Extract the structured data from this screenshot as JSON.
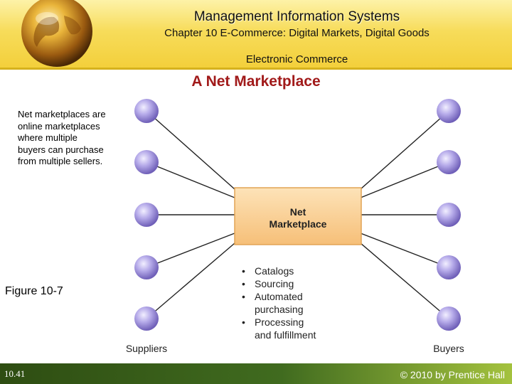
{
  "header": {
    "title": "Management Information Systems",
    "chapter": "Chapter 10 E-Commerce: Digital Markets, Digital Goods",
    "section": "Electronic Commerce"
  },
  "slide_title": "A Net Marketplace",
  "description": "Net marketplaces are online marketplaces where multiple buyers can purchase from multiple sellers.",
  "figure_label": "Figure 10-7",
  "diagram": {
    "center_line1": "Net",
    "center_line2": "Marketplace",
    "services": [
      {
        "lines": [
          "Catalogs"
        ]
      },
      {
        "lines": [
          "Sourcing"
        ]
      },
      {
        "lines": [
          "Automated",
          "purchasing"
        ]
      },
      {
        "lines": [
          "Processing",
          "and fulfillment"
        ]
      }
    ],
    "suppliers_label": "Suppliers",
    "buyers_label": "Buyers",
    "colors": {
      "node": "#9c8fd6",
      "box": "#f7c27e",
      "line": "#222222",
      "title": "#a11a1a"
    }
  },
  "footer": {
    "slide_number": "10.41",
    "copyright": "© 2010 by Prentice Hall"
  }
}
